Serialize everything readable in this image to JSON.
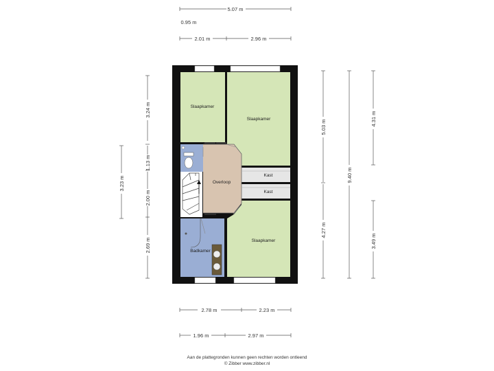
{
  "colors": {
    "wall": "#111111",
    "bedroom": "#d5e6b7",
    "hallway": "#d8c4b0",
    "bathroom": "#9aaed4",
    "closet": "#e6e6e6",
    "stairs": "#ffffff",
    "dimension_line": "#555555"
  },
  "rooms": {
    "bedroom_top_left": "Slaapkamer",
    "bedroom_top_right": "Slaapkamer",
    "bedroom_bottom": "Slaapkamer",
    "hallway": "Overloop",
    "bathroom": "Badkamer",
    "closet_1": "Kast",
    "closet_2": "Kast"
  },
  "dimensions": {
    "top_total": "5.07 m",
    "top_small": "0.95 m",
    "top_left": "2.01 m",
    "top_right": "2.96 m",
    "bottom_left_1": "2.78 m",
    "bottom_right_1": "2.23 m",
    "bottom_left_2": "1.96 m",
    "bottom_right_2": "2.97 m",
    "left_outer": "3.23 m",
    "left_top": "3.24 m",
    "left_mid_1": "1.13 m",
    "left_mid_2": "2.00 m",
    "left_bottom": "2.69 m",
    "right_inner_top": "5.03 m",
    "right_inner_bottom": "4.27 m",
    "right_total": "9.40 m",
    "right_outer_top": "4.31 m",
    "right_outer_bottom": "3.49 m"
  },
  "footer": {
    "disclaimer": "Aan de plattegronden kunnen geen rechten worden ontleend",
    "copyright": "© Zibber www.zibber.nl"
  }
}
